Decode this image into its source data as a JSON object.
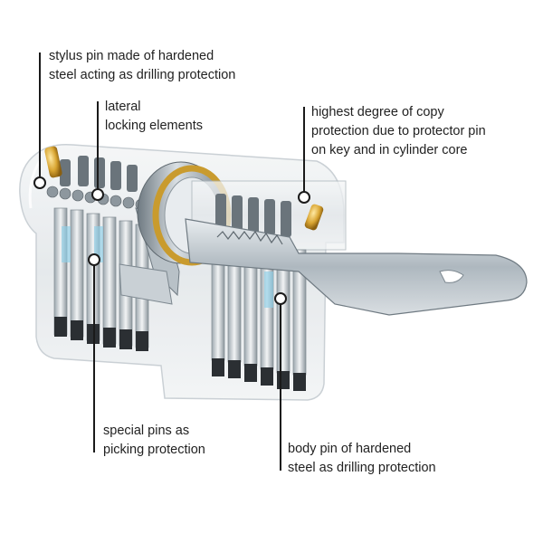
{
  "colors": {
    "leader": "#1a1a1a",
    "brass": "#c99b2e",
    "steel": "#9aa6ae",
    "housing": "#e9ecee"
  },
  "labels": [
    {
      "id": "stylus-pin",
      "lines": [
        "stylus pin made of hardened",
        "steel acting as drilling protection"
      ]
    },
    {
      "id": "lateral-locking",
      "lines": [
        "lateral",
        "locking elements"
      ]
    },
    {
      "id": "copy-protection",
      "lines": [
        "highest degree of copy",
        "protection due to protector pin",
        "on key and in cylinder core"
      ]
    },
    {
      "id": "special-pins",
      "lines": [
        "special pins as",
        "picking protection"
      ]
    },
    {
      "id": "body-pin",
      "lines": [
        "body pin of hardened",
        "steel as drilling protection"
      ]
    }
  ]
}
